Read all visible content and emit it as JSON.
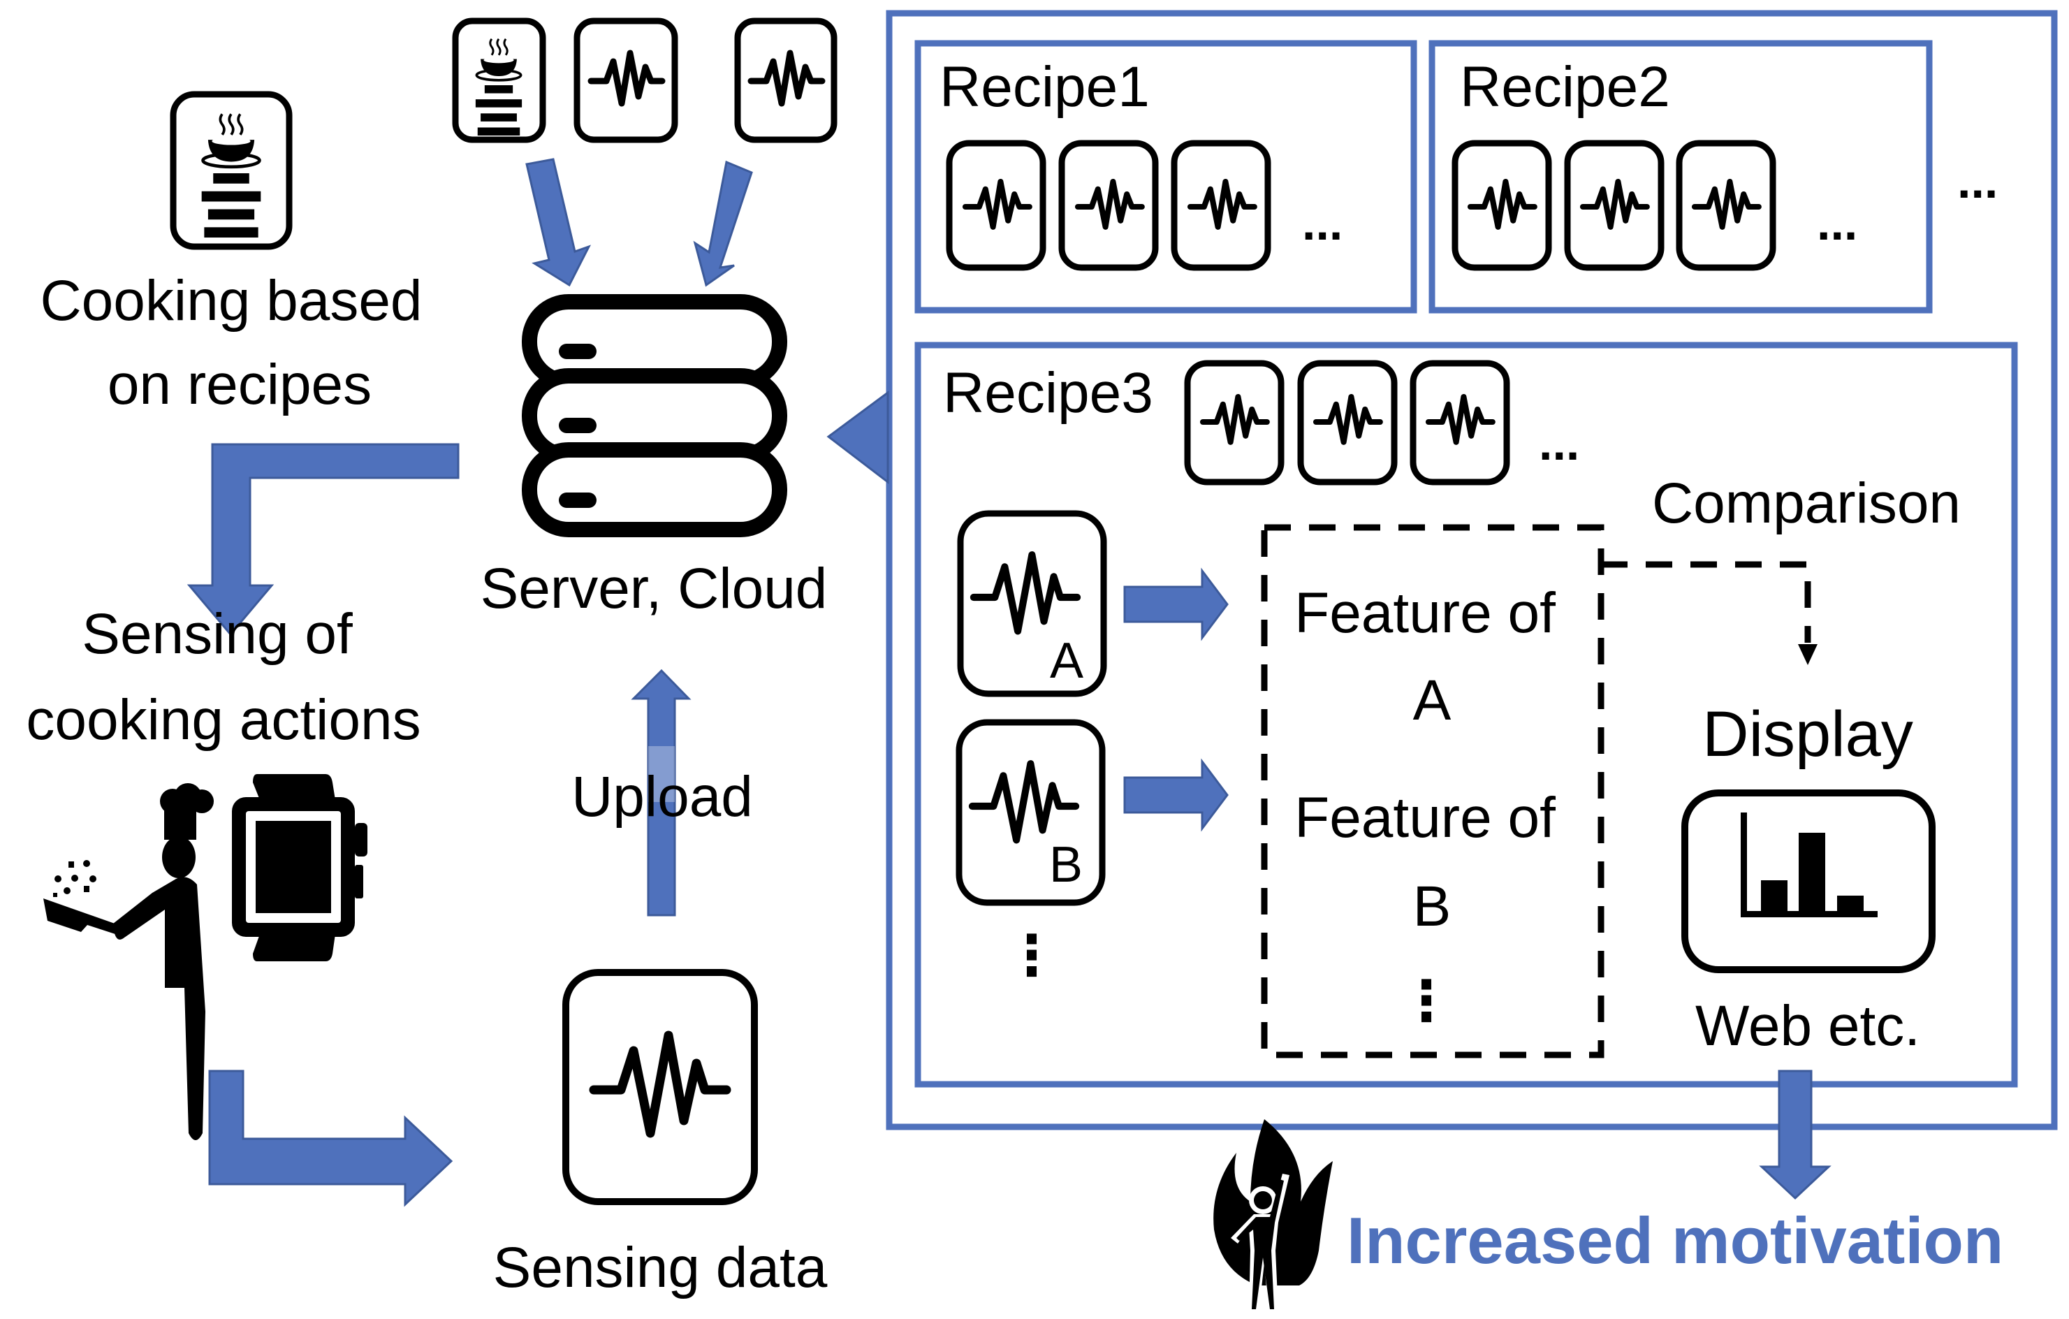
{
  "colors": {
    "accent_blue": "#4f71bc",
    "ink": "#000000",
    "background": "#ffffff"
  },
  "left": {
    "recipe_icon": "recipe-card-icon",
    "cooking_label_line1": "Cooking based",
    "cooking_label_line2": "on recipes",
    "sensing_label_line1": "Sensing of",
    "sensing_label_line2": "cooking actions",
    "chef_icon": "chef-icon",
    "watch_icon": "smartwatch-icon"
  },
  "center": {
    "top_cards": [
      "recipe-card-icon",
      "waveform-card-icon",
      "waveform-card-icon"
    ],
    "server_icon": "server-icon",
    "server_label": "Server, Cloud",
    "upload_label": "Upload",
    "sensing_data_label": "Sensing data",
    "sensing_data_icon": "waveform-card-icon"
  },
  "recipes": {
    "recipe1": {
      "title": "Recipe1",
      "cards": 3,
      "more": "..."
    },
    "recipe2": {
      "title": "Recipe2",
      "cards": 3,
      "more": "..."
    },
    "more_recipes": "...",
    "recipe3": {
      "title": "Recipe3",
      "cards": 3,
      "more": "..."
    }
  },
  "comparison": {
    "card_a_label": "A",
    "card_b_label": "B",
    "vertical_more": "⋮",
    "feature_a_line1": "Feature of",
    "feature_a_line2": "A",
    "feature_b_line1": "Feature of",
    "feature_b_line2": "B",
    "feature_more": "⋮",
    "comparison_label": "Comparison",
    "display_label": "Display",
    "display_icon": "bar-chart-icon",
    "web_label": "Web etc."
  },
  "outcome": {
    "motivation_icon": "motivated-person-flame-icon",
    "motivation_label": "Increased motivation"
  }
}
